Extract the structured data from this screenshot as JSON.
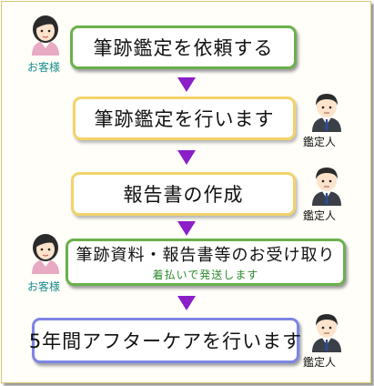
{
  "steps": [
    {
      "label": "筆跡鑑定を依頼する"
    },
    {
      "label": "筆跡鑑定を行います"
    },
    {
      "label": "報告書の作成"
    },
    {
      "label": "筆跡資料・報告書等のお受け取り",
      "sub": "着払いで発送します"
    },
    {
      "label": "5年間アフターケアを行います"
    }
  ],
  "roles": {
    "customer": "お客様",
    "appraiser": "鑑定人"
  },
  "colors": {
    "green_border": "#6ab04c",
    "yellow_border": "#f2d36a",
    "blue_border": "#7d85e4",
    "arrow": "#8a1fc7",
    "customer_label": "#1a8c8c"
  }
}
